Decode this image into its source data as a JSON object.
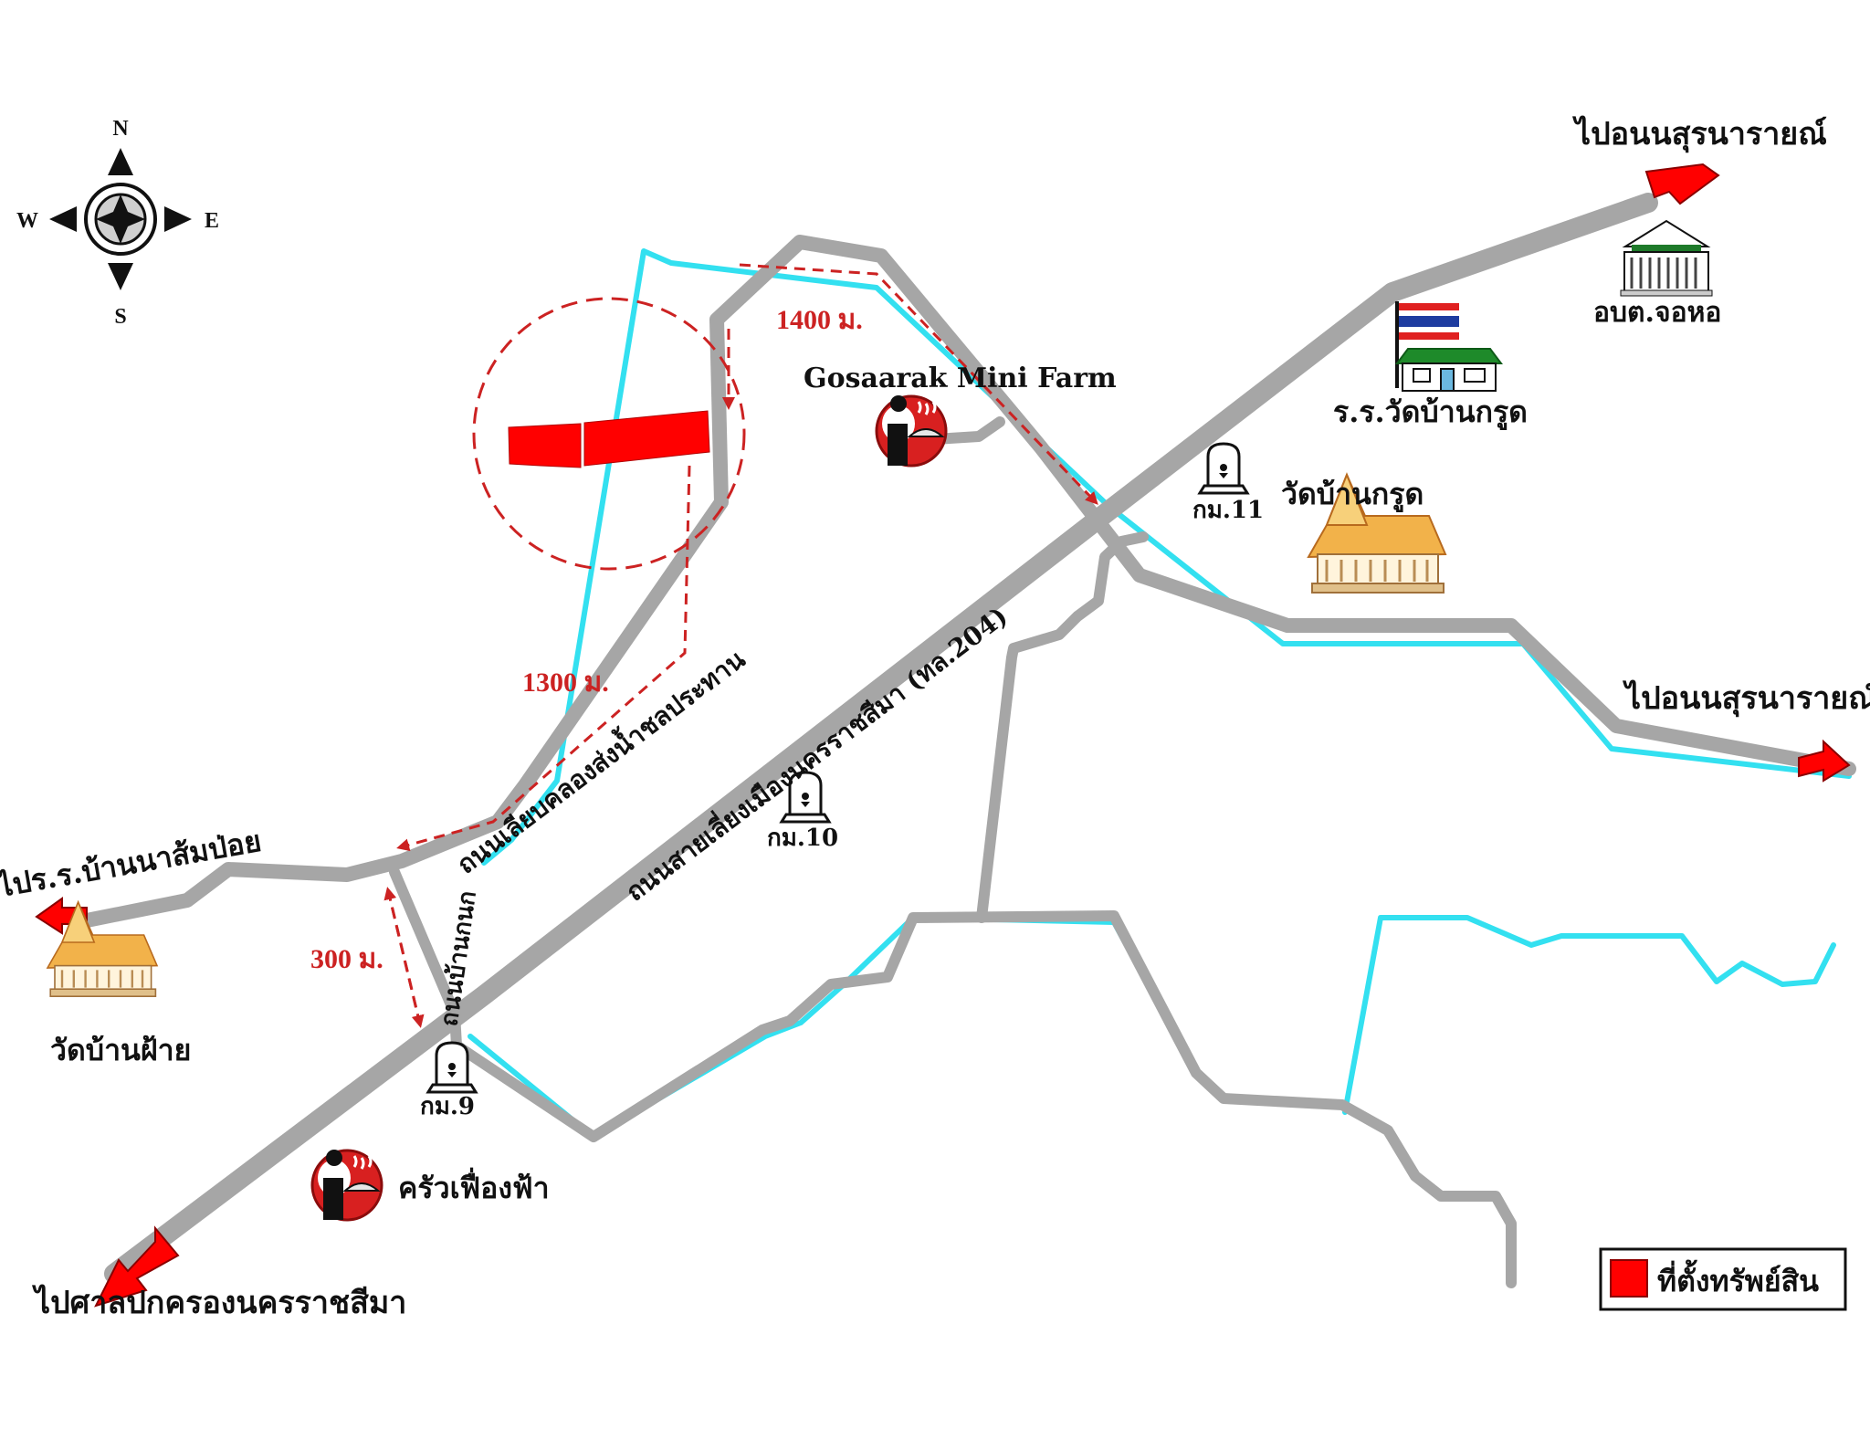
{
  "compass": {
    "north": "N",
    "south": "S",
    "east": "E",
    "west": "W"
  },
  "colors": {
    "road": "#a6a6a6",
    "canal": "#33e0f0",
    "accent_red": "#ff0000",
    "dashed_red": "#cc2222",
    "text": "#111111"
  },
  "labels": {
    "to_sung_noen_top": "ไปอนนสุรนารายณ์",
    "to_sung_noen_right": "ไปอนนสุรนารายณ์",
    "tambon_office": "อบต.จอหอ",
    "school_krood": "ร.ร.วัดบ้านกรูด",
    "wat_krood": "วัดบ้านกรูด",
    "km11": "กม.11",
    "km10": "กม.10",
    "km9": "กม.9",
    "farm": "Gosaarak Mini Farm",
    "kitchen": "ครัวเฟื่องฟ้า",
    "to_school_somphoi": "ไปร.ร.บ้านนาส้มป่อย",
    "wat_fai": "วัดบ้านฝ้าย",
    "to_govt_center": "ไปศาลปกครองนครราชสีมา",
    "canal_road": "ถนนเลียบคลองส่งน้ำชลประทาน",
    "ring_road": "ถนนสายเลี่ยงเมืองนครราชสีมา (ทล.204)",
    "village_road": "ถนนบ้านกนก",
    "dist_1400": "1400 ม.",
    "dist_1300": "1300 ม.",
    "dist_300": "300 ม."
  },
  "legend": {
    "property_location": "ที่ตั้งทรัพย์สิน"
  },
  "icons": {
    "compass": "compass-rose-icon",
    "kilometer_marker": "km-marker-icon",
    "temple": "temple-icon",
    "school": "school-icon",
    "government_office": "government-building-icon",
    "restaurant": "restaurant-icon",
    "property": "property-parcel-icon",
    "direction_arrow": "red-arrow-icon"
  }
}
